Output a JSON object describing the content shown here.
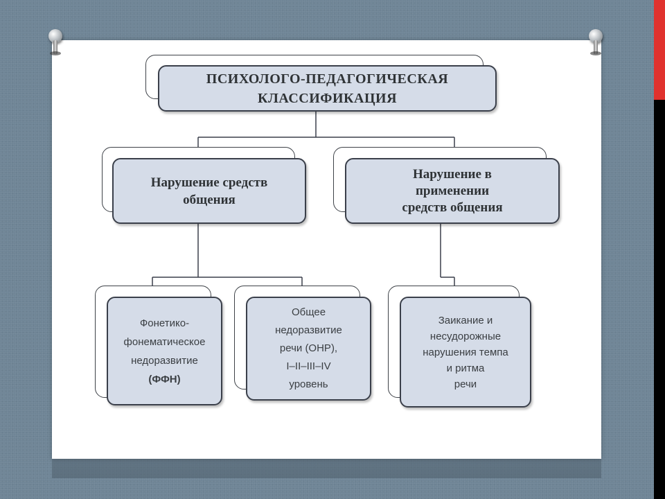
{
  "root": {
    "lines": [
      "ПСИХОЛОГО-ПЕДАГОГИЧЕСКАЯ",
      "КЛАССИФИКАЦИЯ"
    ]
  },
  "branches": [
    {
      "lines": [
        "Нарушение средств",
        "общения"
      ]
    },
    {
      "lines": [
        "Нарушение в",
        "применении",
        "средств общения"
      ]
    }
  ],
  "leaves": [
    {
      "lines": [
        "Фонетико-",
        "фонематическое",
        "недоразвитие",
        "(ФФН)"
      ]
    },
    {
      "lines": [
        "Общее",
        "недоразвитие",
        "речи (ОНР),",
        "I–II–III–IV",
        "уровень"
      ]
    },
    {
      "lines": [
        "Заикание и",
        "несудорожные",
        "нарушения темпа",
        "и ритма",
        "речи"
      ]
    }
  ],
  "colors": {
    "background": "#6f8596",
    "box_fill": "#d5dce8",
    "accent_bar": "#e0322e"
  }
}
